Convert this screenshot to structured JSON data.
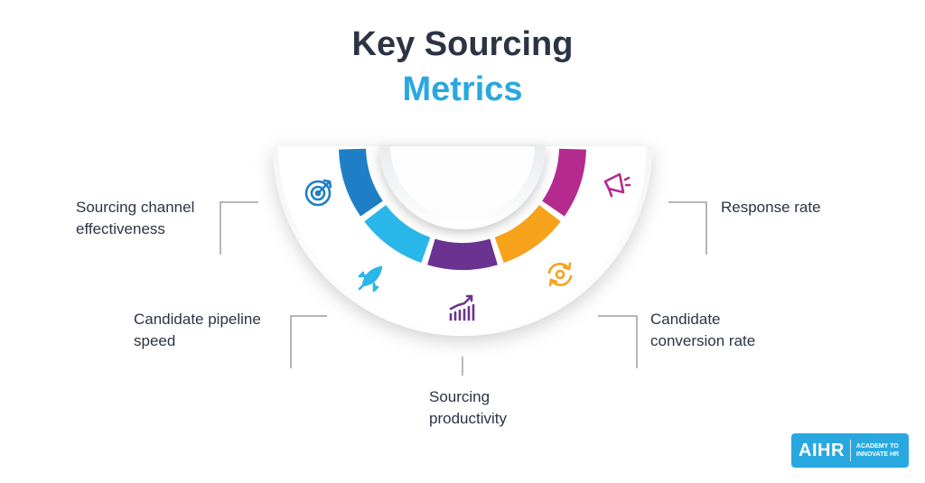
{
  "title": {
    "line1": "Key Sourcing",
    "line2": "Metrics"
  },
  "metrics": [
    {
      "label_lines": [
        "Sourcing channel",
        "effectiveness"
      ],
      "color": "#1e7fc6",
      "icon": "target-icon"
    },
    {
      "label_lines": [
        "Candidate pipeline",
        "speed"
      ],
      "color": "#29b6e8",
      "icon": "rocket-icon"
    },
    {
      "label_lines": [
        "Sourcing",
        "productivity"
      ],
      "color": "#6b3391",
      "icon": "growth-chart-icon"
    },
    {
      "label_lines": [
        "Candidate",
        "conversion rate"
      ],
      "color": "#f7a21b",
      "icon": "conversion-cycle-icon"
    },
    {
      "label_lines": [
        "Response rate"
      ],
      "color": "#b42a8e",
      "icon": "megaphone-icon"
    }
  ],
  "colors": {
    "title_dark": "#2b3444",
    "title_accent": "#29a8e0",
    "connector": "#9aa0a6",
    "logo_bg": "#29a8e0"
  },
  "logo": {
    "name": "AIHR",
    "tagline_line1": "ACADEMY TO",
    "tagline_line2": "INNOVATE HR"
  }
}
